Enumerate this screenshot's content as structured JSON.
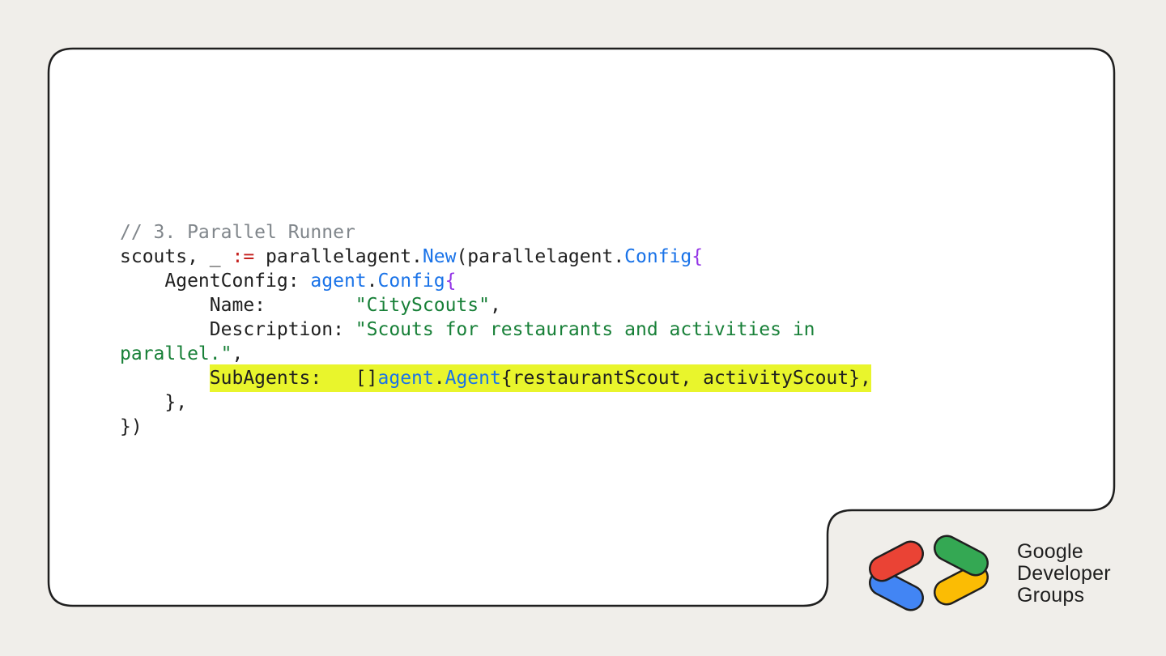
{
  "slide": {
    "background": "#f0eeea",
    "card_fill": "#ffffff",
    "card_border": "#1f1f1f"
  },
  "code": {
    "colors": {
      "plain": "#1f1f1f",
      "comment": "#80868b",
      "operator": "#c5221f",
      "blue": "#1a73e8",
      "string": "#188038",
      "brace": "#9334e6",
      "highlight": "#e9f52c"
    },
    "lines": [
      {
        "segments": [
          {
            "t": "// 3. Parallel Runner",
            "c": "comment"
          }
        ]
      },
      {
        "segments": [
          {
            "t": "scouts, _ ",
            "c": "plain"
          },
          {
            "t": ":=",
            "c": "operator"
          },
          {
            "t": " parallelagent.",
            "c": "plain"
          },
          {
            "t": "New",
            "c": "blue"
          },
          {
            "t": "(parallelagent.",
            "c": "plain"
          },
          {
            "t": "Config",
            "c": "blue"
          },
          {
            "t": "{",
            "c": "brace"
          }
        ]
      },
      {
        "segments": [
          {
            "t": "    AgentConfig: ",
            "c": "plain"
          },
          {
            "t": "agent",
            "c": "blue"
          },
          {
            "t": ".",
            "c": "plain"
          },
          {
            "t": "Config",
            "c": "blue"
          },
          {
            "t": "{",
            "c": "brace"
          }
        ]
      },
      {
        "segments": [
          {
            "t": "        Name:        ",
            "c": "plain"
          },
          {
            "t": "\"CityScouts\"",
            "c": "string"
          },
          {
            "t": ",",
            "c": "plain"
          }
        ]
      },
      {
        "segments": [
          {
            "t": "        Description: ",
            "c": "plain"
          },
          {
            "t": "\"Scouts for restaurants and activities in",
            "c": "string"
          }
        ]
      },
      {
        "segments": [
          {
            "t": "parallel.\"",
            "c": "string"
          },
          {
            "t": ",",
            "c": "plain"
          }
        ]
      },
      {
        "segments": [
          {
            "t": "        ",
            "c": "plain"
          },
          {
            "t": "SubAgents:   []",
            "c": "plain",
            "hl": true
          },
          {
            "t": "agent",
            "c": "blue",
            "hl": true
          },
          {
            "t": ".",
            "c": "plain",
            "hl": true
          },
          {
            "t": "Agent",
            "c": "blue",
            "hl": true
          },
          {
            "t": "{restaurantScout, activityScout}",
            "c": "plain",
            "hl": true
          },
          {
            "t": ",",
            "c": "plain",
            "hl": true
          }
        ]
      },
      {
        "segments": [
          {
            "t": "    },",
            "c": "plain"
          }
        ]
      },
      {
        "segments": [
          {
            "t": "})",
            "c": "plain"
          }
        ]
      }
    ]
  },
  "logo": {
    "lines": [
      "Google",
      "Developer",
      "Groups"
    ],
    "colors": {
      "red": "#ea4335",
      "blue": "#4285f4",
      "green": "#34a853",
      "yellow": "#fbbc04",
      "outline": "#1f1f1f",
      "text": "#1f1f1f"
    }
  }
}
